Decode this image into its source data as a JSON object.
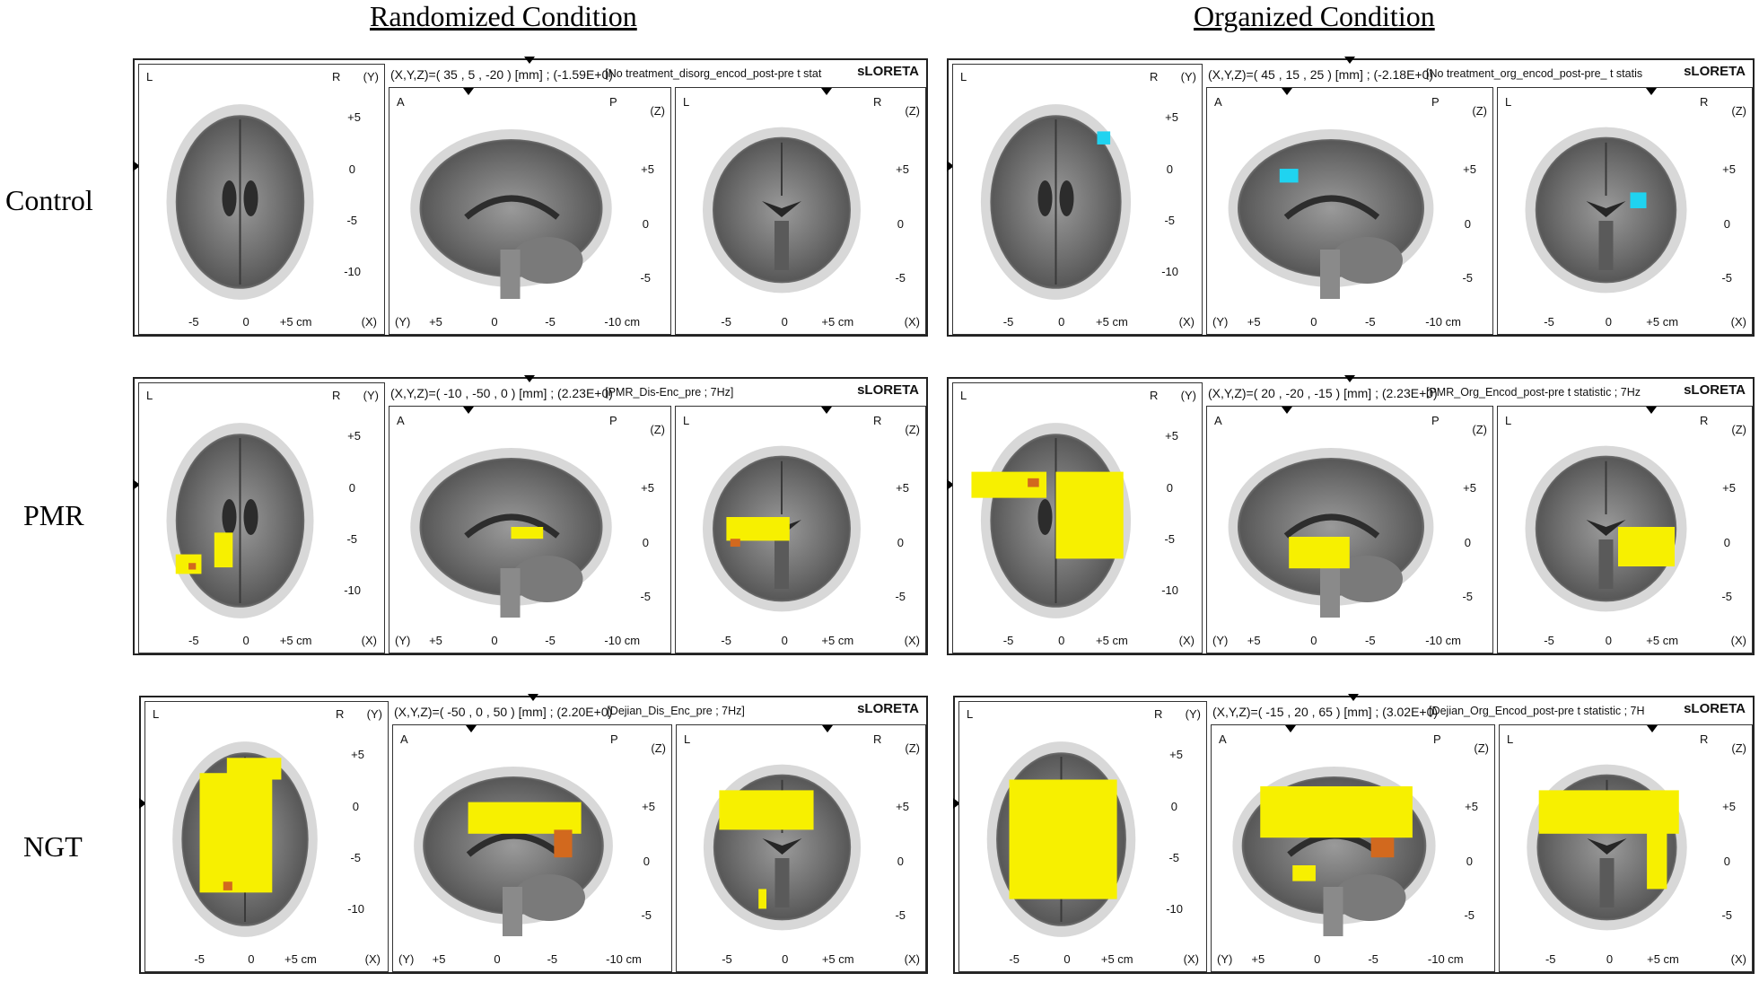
{
  "columns": {
    "randomized": "Randomized Condition",
    "organized": "Organized Condition"
  },
  "rows": {
    "control": "Control",
    "pmr": "PMR",
    "ngt": "NGT"
  },
  "panels": {
    "control_rand": {
      "info": "(X,Y,Z)=( 35 , 5 , -20 ) [mm] ; (-1.59E+0)",
      "label": "[No treatment_disorg_encod_post-pre t stat",
      "brand": "sLORETA"
    },
    "control_org": {
      "info": "(X,Y,Z)=( 45 , 15 , 25 ) [mm] ; (-2.18E+0)",
      "label": "[No treatment_org_encod_post-pre_ t statis",
      "brand": "sLORETA"
    },
    "pmr_rand": {
      "info": "(X,Y,Z)=( -10 , -50 , 0 ) [mm] ; (2.23E+0)",
      "label": "[PMR_Dis-Enc_pre ; 7Hz]",
      "brand": "sLORETA"
    },
    "pmr_org": {
      "info": "(X,Y,Z)=( 20 , -20 , -15 ) [mm] ; (2.23E+0)",
      "label": "[PMR_Org_Encod_post-pre t statistic ; 7Hz",
      "brand": "sLORETA"
    },
    "ngt_rand": {
      "info": "(X,Y,Z)=( -50 , 0 , 50 ) [mm] ; (2.20E+0)",
      "label": "[Dejian_Dis_Enc_pre ; 7Hz]",
      "brand": "sLORETA"
    },
    "ngt_org": {
      "info": "(X,Y,Z)=( -15 , 20 , 65 ) [mm] ; (3.02E+0)",
      "label": "[Dejian_Org_Encod_post-pre t statistic ; 7H",
      "brand": "sLORETA"
    }
  },
  "axes": {
    "L": "L",
    "R": "R",
    "A": "A",
    "P": "P",
    "Y": "(Y)",
    "Z": "(Z)",
    "X": "(X)",
    "p5": "+5",
    "zero": "0",
    "m5": "-5",
    "m10": "-10",
    "m5b": "-5",
    "p5cm": "+5 cm",
    "m10cm": "-10 cm"
  },
  "colors": {
    "positive": "#f7f000",
    "positive_peak": "#d2691e",
    "negative": "#1fd3f0"
  }
}
